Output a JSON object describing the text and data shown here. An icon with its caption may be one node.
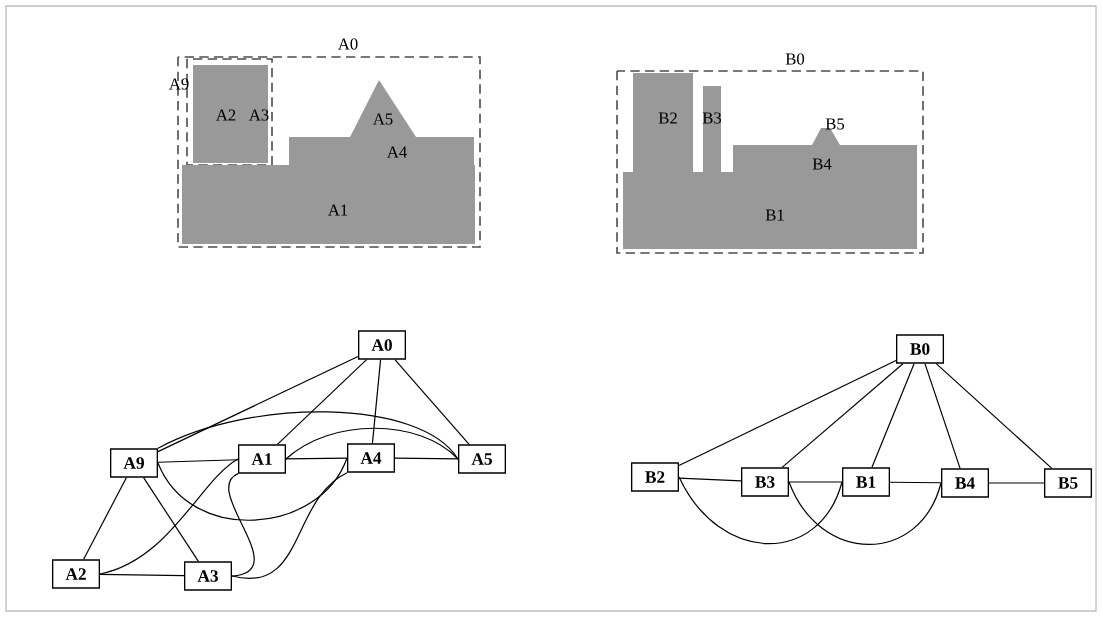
{
  "diagram": {
    "nodes": [
      {
        "text": [
          "A0"
        ]
      },
      {
        "text": [
          "A9"
        ],
        "in": 0
      },
      {
        "text": [
          "A2"
        ],
        "in": 1
      },
      {
        "text": [
          "A3"
        ],
        "in": 1
      },
      {
        "text": [
          "A5"
        ],
        "in": 0
      },
      {
        "text": [
          "A4"
        ],
        "in": 0
      },
      {
        "text": [
          "A1"
        ],
        "in": 0
      },
      {
        "text": [
          "B0"
        ]
      },
      {
        "text": [
          "B2"
        ],
        "in": 7
      },
      {
        "text": [
          "B3"
        ],
        "in": 7
      },
      {
        "text": [
          "B5"
        ],
        "in": 7
      },
      {
        "text": [
          "B4"
        ],
        "in": 7
      },
      {
        "text": [
          "B1"
        ],
        "in": 7
      },
      {
        "text": [
          "A0"
        ]
      },
      {
        "text": [
          "A9"
        ]
      },
      {
        "text": [
          "A1"
        ]
      },
      {
        "text": [
          "A4"
        ]
      },
      {
        "text": [
          "A5"
        ]
      },
      {
        "text": [
          "A2"
        ]
      },
      {
        "text": [
          "A3"
        ]
      },
      {
        "text": [
          "B0"
        ]
      },
      {
        "text": [
          "B2"
        ]
      },
      {
        "text": [
          "B3"
        ]
      },
      {
        "text": [
          "B1"
        ]
      },
      {
        "text": [
          "B4"
        ]
      },
      {
        "text": [
          "B5"
        ]
      }
    ],
    "edges": [
      {
        "from": 13,
        "to": 14,
        "arrow": "none"
      },
      {
        "from": 13,
        "to": 15,
        "arrow": "none"
      },
      {
        "from": 13,
        "to": 16,
        "arrow": "none"
      },
      {
        "from": 13,
        "to": 17,
        "arrow": "none"
      },
      {
        "from": 14,
        "to": 15,
        "arrow": "none"
      },
      {
        "from": 15,
        "to": 16,
        "arrow": "none"
      },
      {
        "from": 16,
        "to": 17,
        "arrow": "none"
      },
      {
        "from": 14,
        "to": 17,
        "arrow": "none"
      },
      {
        "from": 15,
        "to": 17,
        "arrow": "none"
      },
      {
        "from": 14,
        "to": 16,
        "arrow": "none"
      },
      {
        "from": 14,
        "to": 18,
        "arrow": "none"
      },
      {
        "from": 14,
        "to": 19,
        "arrow": "none"
      },
      {
        "from": 18,
        "to": 19,
        "arrow": "none"
      },
      {
        "from": 18,
        "to": 15,
        "arrow": "none"
      },
      {
        "from": 19,
        "to": 15,
        "arrow": "none"
      },
      {
        "from": 19,
        "to": 16,
        "arrow": "none"
      },
      {
        "from": 20,
        "to": 21,
        "arrow": "none"
      },
      {
        "from": 20,
        "to": 22,
        "arrow": "none"
      },
      {
        "from": 20,
        "to": 23,
        "arrow": "none"
      },
      {
        "from": 20,
        "to": 24,
        "arrow": "none"
      },
      {
        "from": 20,
        "to": 25,
        "arrow": "none"
      },
      {
        "from": 21,
        "to": 22,
        "arrow": "none"
      },
      {
        "from": 22,
        "to": 23,
        "arrow": "none"
      },
      {
        "from": 23,
        "to": 24,
        "arrow": "none"
      },
      {
        "from": 24,
        "to": 25,
        "arrow": "none"
      },
      {
        "from": 21,
        "to": 23,
        "arrow": "none"
      },
      {
        "from": 22,
        "to": 24,
        "arrow": "none"
      }
    ]
  }
}
